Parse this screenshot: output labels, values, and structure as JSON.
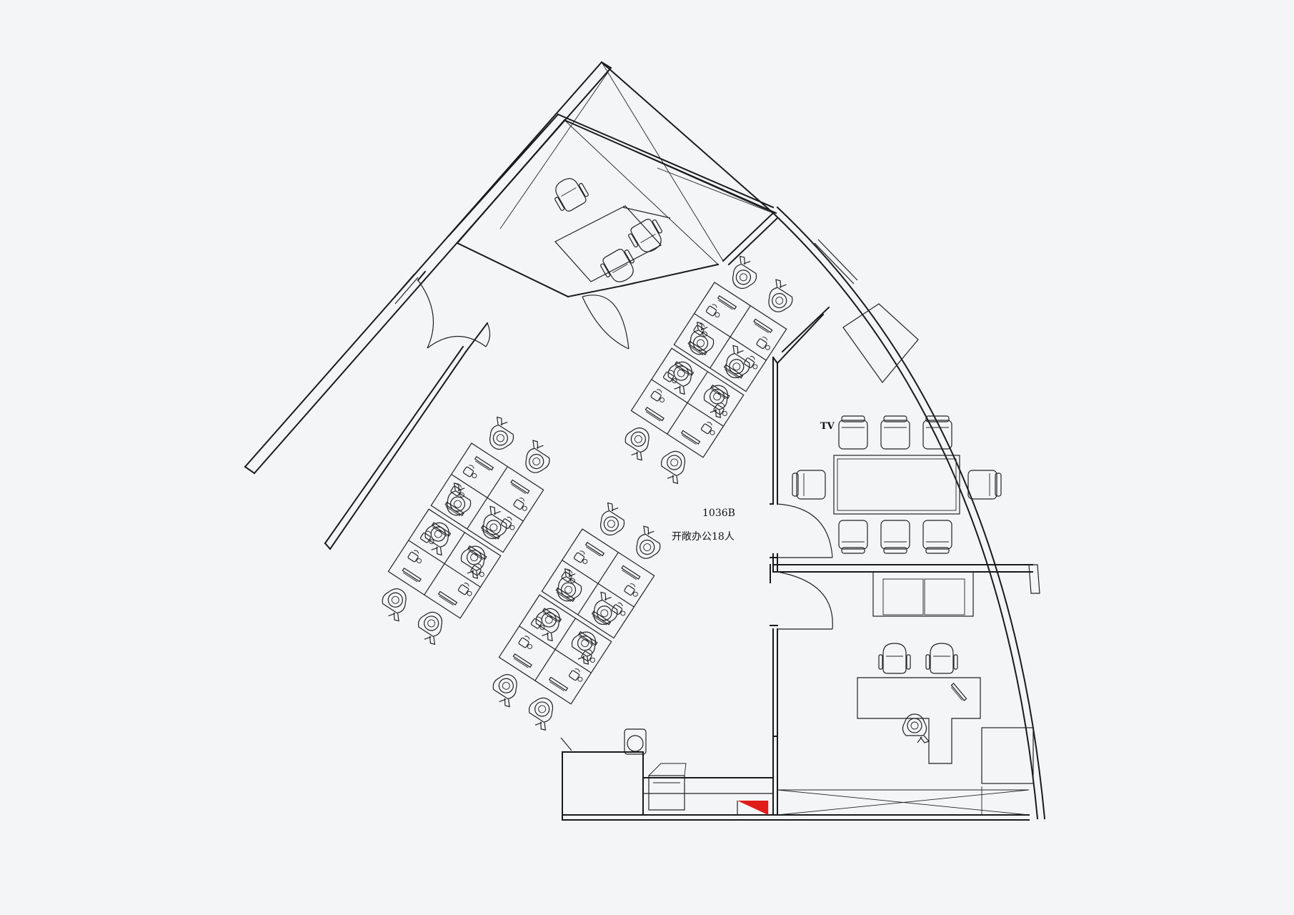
{
  "room_number": "1036B",
  "room_label": "开敞办公18人",
  "tv_label": "TV",
  "colors": {
    "background": "#f4f5f7",
    "line": "#1a1a1a",
    "marker": "#e11a1a"
  }
}
